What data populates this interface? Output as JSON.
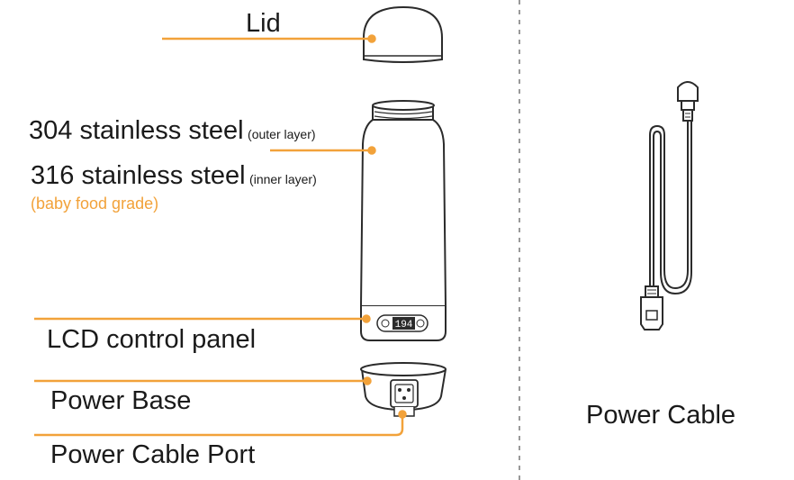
{
  "labels": {
    "lid": "Lid",
    "outer_layer": "304 stainless steel",
    "outer_layer_note": "(outer layer)",
    "inner_layer": "316 stainless steel",
    "inner_layer_note": "(inner layer)",
    "food_grade": "(baby food grade)",
    "lcd_panel": "LCD control panel",
    "power_base": "Power Base",
    "power_cable_port": "Power Cable Port",
    "power_cable": "Power Cable"
  },
  "lcd_readout": "194",
  "colors": {
    "leader_line": "#f2a23a",
    "outline": "#2b2b2b",
    "fill": "#ffffff",
    "text": "#1a1a1a",
    "divider": "#999999"
  }
}
